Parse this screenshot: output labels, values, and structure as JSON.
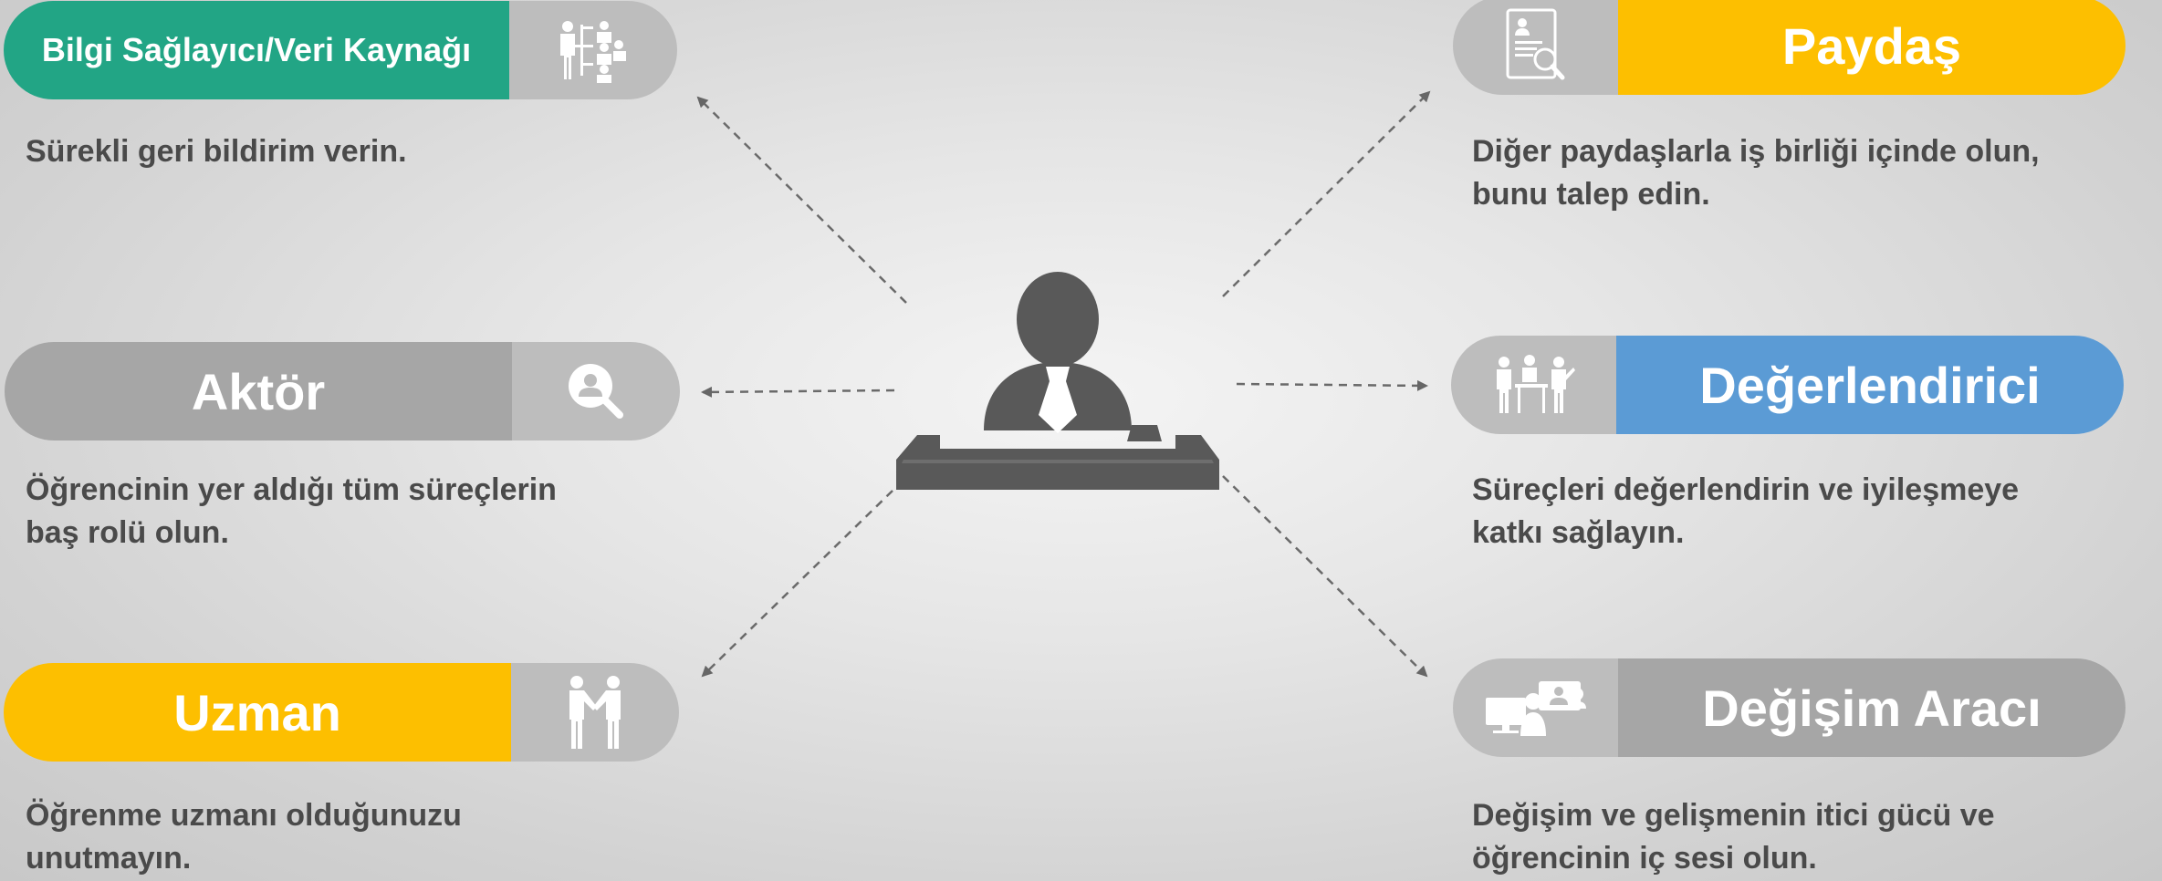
{
  "colors": {
    "green": "#22a585",
    "yellow": "#fdbf00",
    "blue": "#5b9bd5",
    "gray": "#a6a6a6",
    "icon_bg": "#bdbdbd",
    "text_dark": "#4a4a4a",
    "figure": "#595959"
  },
  "center": {
    "icon": "person-at-desk-icon"
  },
  "roles": [
    {
      "title": "Bilgi Sağlayıcı/Veri Kaynağı",
      "color": "green",
      "icon": "org-chart-presenter-icon",
      "description": [
        "Sürekli geri bildirim verin."
      ]
    },
    {
      "title": "Aktör",
      "color": "gray",
      "icon": "user-search-icon",
      "description": [
        "Öğrencinin yer aldığı tüm süreçlerin",
        "baş rolü olun."
      ]
    },
    {
      "title": "Uzman",
      "color": "yellow",
      "icon": "handshake-icon",
      "description": [
        "Öğrenme uzmanı olduğunuzu",
        "unutmayın."
      ]
    },
    {
      "title": "Paydaş",
      "color": "yellow",
      "icon": "document-search-icon",
      "description": [
        "Diğer paydaşlarla iş birliği içinde olun,",
        "bunu talep edin."
      ]
    },
    {
      "title": "Değerlendirici",
      "color": "blue",
      "icon": "meeting-table-icon",
      "description": [
        "Süreçleri değerlendirin ve iyileşmeye",
        "katkı sağlayın."
      ]
    },
    {
      "title": "Değişim Aracı",
      "color": "gray",
      "icon": "computer-users-icon",
      "description": [
        "Değişim ve gelişmenin itici gücü ve",
        "öğrencinin iç sesi olun."
      ]
    }
  ]
}
